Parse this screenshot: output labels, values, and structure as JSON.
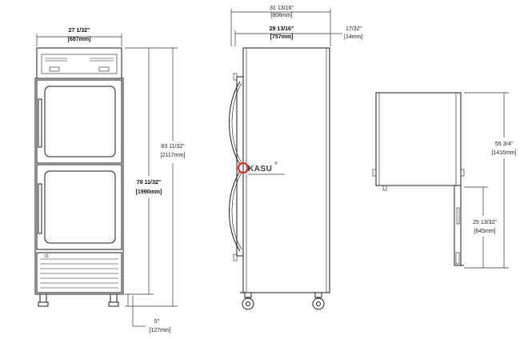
{
  "front": {
    "width_in": "27 1/32\"",
    "width_mm": "[687mm]",
    "cabinet_height_in": "78 11/32\"",
    "cabinet_height_mm": "[1990mm]",
    "overall_height_in": "83 11/32\"",
    "overall_height_mm": "[2117mm]",
    "leg_height_in": "5\"",
    "leg_height_mm": "[127mm]"
  },
  "side": {
    "overall_depth_in": "31 13/16\"",
    "overall_depth_mm": "[808mm]",
    "body_depth_in": "29 13/16\"",
    "body_depth_mm": "[757mm]",
    "door_depth_in": "17/32\"",
    "door_depth_mm": "[14mm]"
  },
  "clearance": {
    "door_swing_height_in": "55 3/4\"",
    "door_swing_height_mm": "[1416mm]",
    "lower_height_in": "25 13/32\"",
    "lower_height_mm": "[645mm]"
  },
  "watermark": {
    "brand_o": "O",
    "brand_rest": "KASU",
    "registered": "®"
  }
}
